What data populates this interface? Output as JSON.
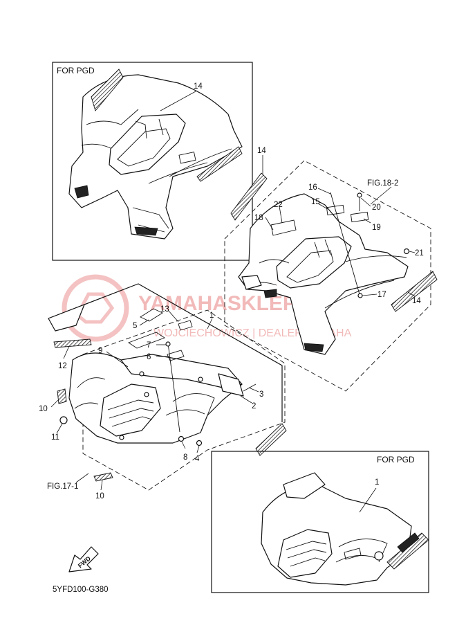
{
  "diagram_code": "5YFD100-G380",
  "watermark": {
    "line1": "YAMAHASKLEP.PL",
    "line2": "WOJCIECHOWICZ | DEALER YAMAHA"
  },
  "boxes": {
    "top_left_title": "FOR PGD",
    "bottom_right_title": "FOR PGD"
  },
  "references": {
    "fig_18_2": "FIG.18-2",
    "fig_17_1": "FIG.17-1"
  },
  "fwd_label": "FWD",
  "callouts": {
    "c14_topleft": "14",
    "c14_mid": "14",
    "c14_right": "14",
    "c16": "16",
    "c22": "22",
    "c15": "15",
    "c20": "20",
    "c18": "18",
    "c19": "19",
    "c21": "21",
    "c17": "17",
    "c13": "13",
    "c1_main": "1",
    "c5": "5",
    "c9": "9",
    "c7": "7",
    "c6": "6",
    "c12": "12",
    "c3": "3",
    "c2": "2",
    "c10_left": "10",
    "c11": "11",
    "c8": "8",
    "c4": "4",
    "c10_bottom": "10",
    "c1_pgd": "1"
  }
}
